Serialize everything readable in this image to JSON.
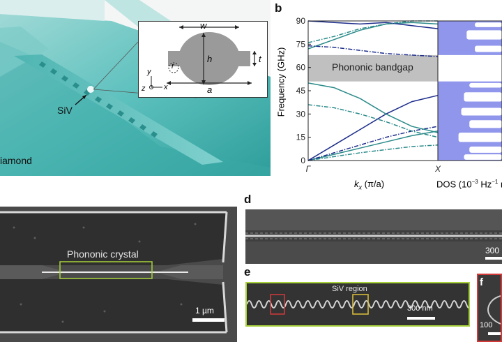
{
  "panels": {
    "a": {
      "siv_label": "SiV",
      "diamond_label": "iamond",
      "inset": {
        "w": "w",
        "h": "h",
        "t": "t",
        "r": "r",
        "a": "a",
        "axis_y": "y",
        "axis_z": "z",
        "axis_x": "x"
      }
    },
    "b": {
      "label": "b",
      "bandgap_label": "Phononic bandgap",
      "ylabel": "Frequency (GHz)",
      "xlabel": "k",
      "xlabel_sub": "x",
      "xlabel_rest": " (π/a)",
      "dos_label_pre": "DOS (10",
      "dos_label_exp": "−3",
      "dos_label_mid": " Hz",
      "dos_label_exp2": "−1",
      "dos_label_post": " r",
      "x_ticks": [
        "Γ",
        "X"
      ],
      "y_ticks": [
        "0",
        "15",
        "30",
        "45",
        "60",
        "75",
        "90"
      ]
    },
    "c": {
      "label": "Phononic crystal",
      "scale": "1 µm"
    },
    "d": {
      "label": "d",
      "scale": "300"
    },
    "e": {
      "label": "e",
      "region_label": "SiV region",
      "scale": "300 nm"
    },
    "f": {
      "label": "f",
      "scale": "100"
    }
  },
  "chart_data": {
    "type": "line",
    "title": "",
    "xlabel": "kx (π/a)",
    "ylabel": "Frequency (GHz)",
    "ylim": [
      0,
      90
    ],
    "y_ticks": [
      0,
      15,
      30,
      45,
      60,
      75,
      90
    ],
    "x_ticks": [
      "Γ",
      "X"
    ],
    "bandgap": [
      51,
      68
    ],
    "bandgap_color": "#c0c0c0",
    "x": [
      0,
      0.2,
      0.4,
      0.6,
      0.8,
      1.0
    ],
    "series": [
      {
        "style": "solid-teal",
        "values": [
          0,
          4,
          8,
          12,
          16,
          19
        ]
      },
      {
        "style": "solid-navy",
        "values": [
          0,
          10,
          20,
          30,
          38,
          42
        ]
      },
      {
        "style": "dashdot-teal",
        "values": [
          0,
          2.5,
          5,
          7,
          9,
          10
        ]
      },
      {
        "style": "dashdot-navy",
        "values": [
          0,
          5,
          10,
          15,
          19,
          22
        ]
      },
      {
        "style": "solid-teal",
        "values": [
          50,
          47,
          40,
          30,
          22,
          18
        ]
      },
      {
        "style": "dashdot-teal",
        "values": [
          36,
          34,
          30,
          25,
          19,
          15
        ]
      },
      {
        "style": "solid-teal",
        "values": [
          72,
          78,
          84,
          88,
          89,
          88
        ]
      },
      {
        "style": "dashdot-navy",
        "values": [
          74,
          73,
          71,
          69,
          68,
          67
        ]
      },
      {
        "style": "solid-navy",
        "values": [
          90,
          89,
          88,
          89,
          87,
          85
        ]
      },
      {
        "style": "dashdot-teal",
        "values": [
          76,
          80,
          85,
          88,
          90,
          90
        ]
      }
    ],
    "dos_color": "#8f96ec"
  },
  "colors": {
    "teal": "#2b8a8a",
    "navy": "#1c2c8a",
    "diamond": "#3fb7b5"
  }
}
